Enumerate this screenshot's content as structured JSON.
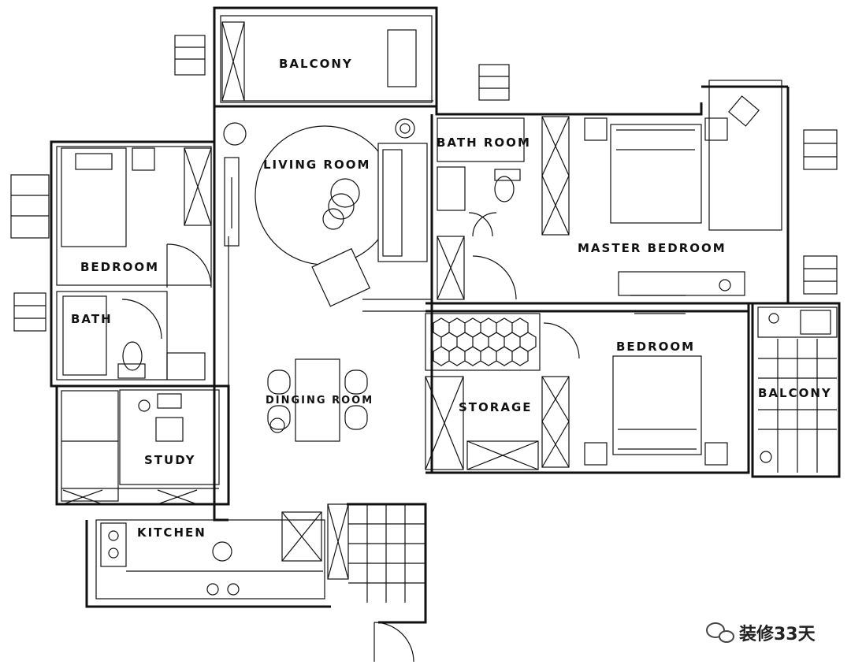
{
  "rooms": {
    "balcony_top": "BALCONY",
    "living_room": "LIVING ROOM",
    "bath_room": "BATH ROOM",
    "master_bedroom": "MASTER BEDROOM",
    "bedroom_left": "BEDROOM",
    "bath": "BATH",
    "bedroom_right": "BEDROOM",
    "balcony_right": "BALCONY",
    "dining_room": "DINGING ROOM",
    "storage": "STORAGE",
    "study": "STUDY",
    "kitchen": "KITCHEN"
  },
  "watermark": {
    "text": "装修33天",
    "icon": "wechat-icon"
  }
}
